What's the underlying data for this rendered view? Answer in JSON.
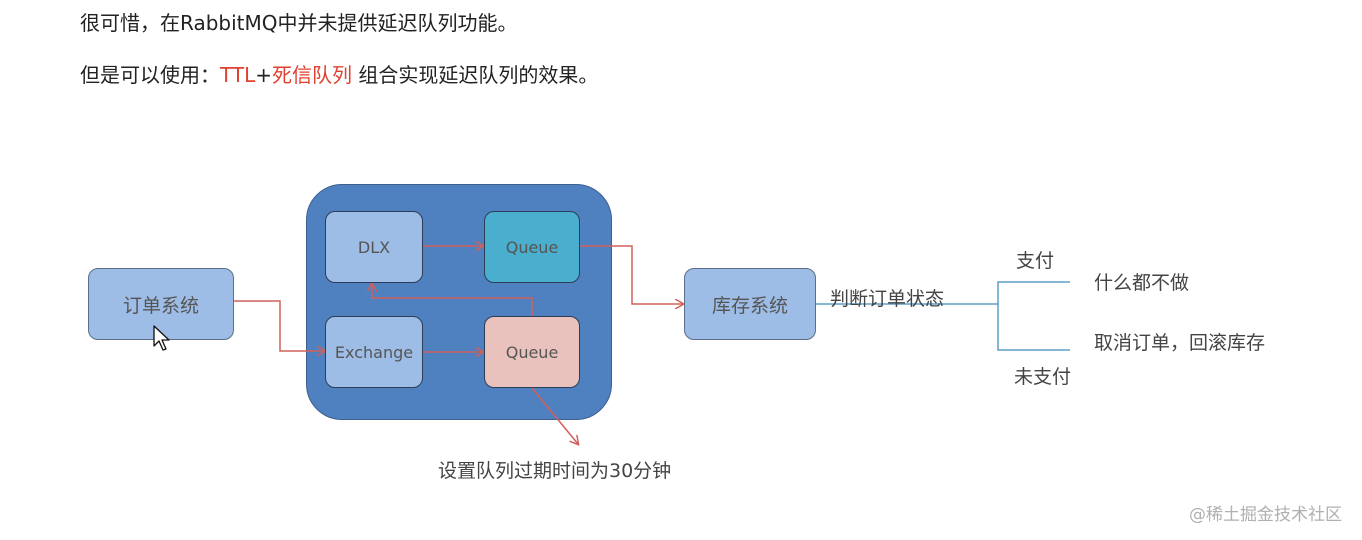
{
  "text": {
    "line1": "很可惜，在RabbitMQ中并未提供延迟队列功能。",
    "line2_prefix": "但是可以使用：",
    "line2_ttl": "TTL",
    "line2_plus": "+",
    "line2_dead": "死信队列",
    "line2_suffix": " 组合实现延迟队列的效果。"
  },
  "diagram": {
    "order_system": "订单系统",
    "dlx": "DLX",
    "queue_top": "Queue",
    "exchange": "Exchange",
    "queue_bottom": "Queue",
    "stock_system": "库存系统",
    "judge_order_status": "判断订单状态",
    "paid": "支付",
    "unpaid": "未支付",
    "do_nothing": "什么都不做",
    "cancel_rollback": "取消订单，回滚库存",
    "set_expire": "设置队列过期时间为30分钟"
  },
  "watermark": "@稀土掘金技术社区",
  "colors": {
    "accent_red": "#e0402f",
    "container_blue": "#4f80c0",
    "box_light_blue": "#9dbde6",
    "queue_cyan": "#4aaecf",
    "queue_pink": "#e9c2bd",
    "arrow_red": "#d0605a",
    "branch_blue": "#5f9fc8"
  }
}
